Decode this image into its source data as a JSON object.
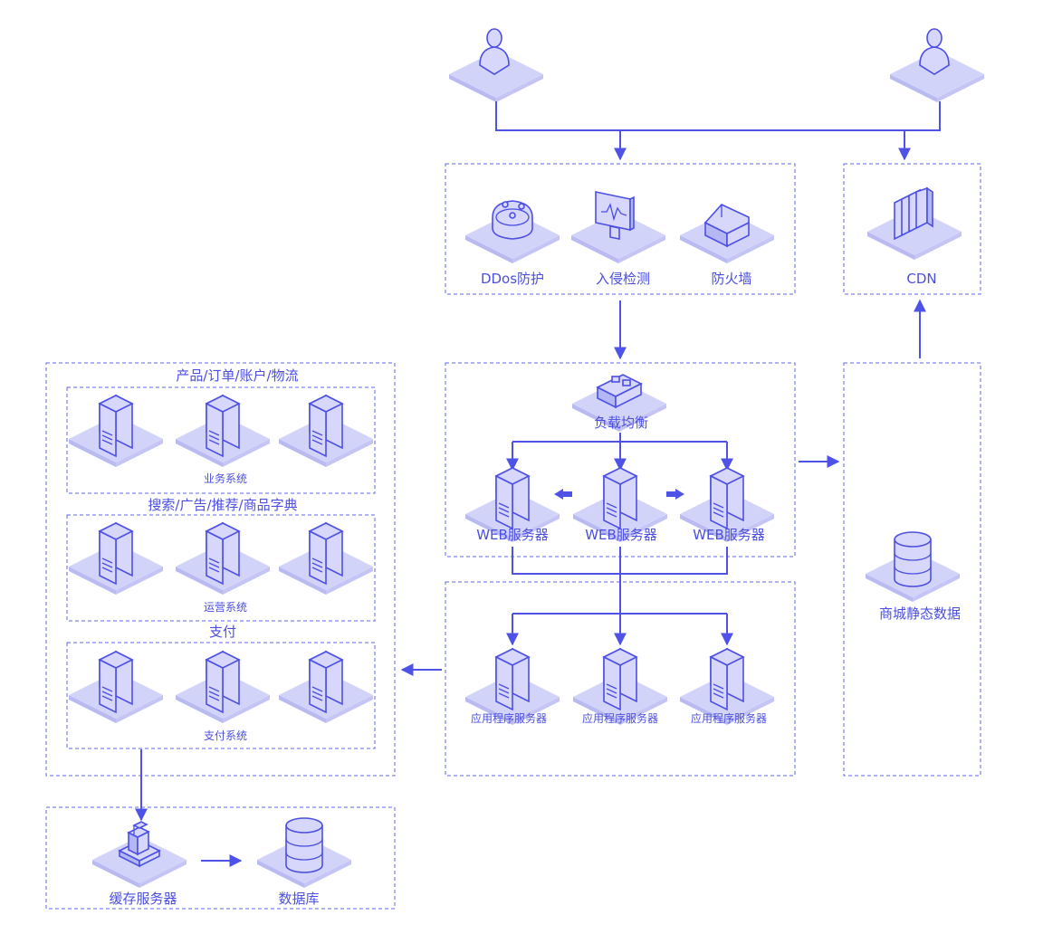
{
  "nodes": {
    "ddos": "DDos防护",
    "ids": "入侵检测",
    "firewall": "防火墙",
    "cdn": "CDN",
    "load_balancer": "负载均衡",
    "web_server": "WEB服务器",
    "app_server": "应用程序服务器",
    "static_data": "商城静态数据",
    "cache_server": "缓存服务器",
    "database": "数据库"
  },
  "groups": {
    "business_title": "产品/订单/账户/物流",
    "business_system": "业务系统",
    "ops_title": "搜索/广告/推荐/商品字典",
    "ops_system": "运营系统",
    "pay_title": "支付",
    "pay_system": "支付系统"
  },
  "colors": {
    "accent": "#4f52e6",
    "tile": "#d2d3f8",
    "label": "#4b4ee0"
  }
}
